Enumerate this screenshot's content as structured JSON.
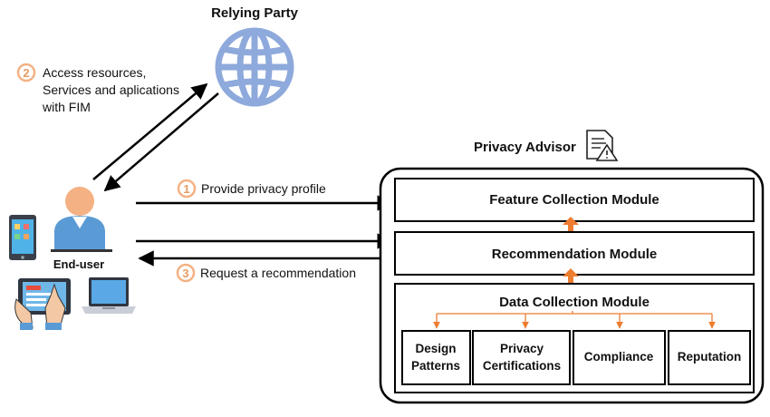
{
  "relying_party": {
    "label": "Relying Party",
    "icon": "globe-icon"
  },
  "end_user": {
    "label": "End-user",
    "icon": "person-icon"
  },
  "steps": [
    {
      "number": "1",
      "text": "Provide privacy profile"
    },
    {
      "number": "2",
      "lines": [
        "Access resources,",
        "Services and aplications",
        "with FIM"
      ]
    },
    {
      "number": "3",
      "text": "Request a recommendation"
    }
  ],
  "privacy_advisor": {
    "title": "Privacy Advisor",
    "icon": "document-warning-icon",
    "modules": {
      "feature": "Feature Collection Module",
      "recommendation": "Recommendation Module",
      "data": "Data Collection Module"
    },
    "sub_modules": [
      {
        "lines": [
          "Design",
          "Patterns"
        ]
      },
      {
        "lines": [
          "Privacy",
          "Certifications"
        ]
      },
      {
        "lines": [
          "Compliance"
        ]
      },
      {
        "lines": [
          "Reputation"
        ]
      }
    ]
  },
  "colors": {
    "globe": "#8ea9db",
    "step_circle": "#f4b183",
    "step_number": "#e59b62",
    "module_arrow": "#ed7d31",
    "person_body": "#5b9bd5",
    "person_head": "#f4b183"
  }
}
